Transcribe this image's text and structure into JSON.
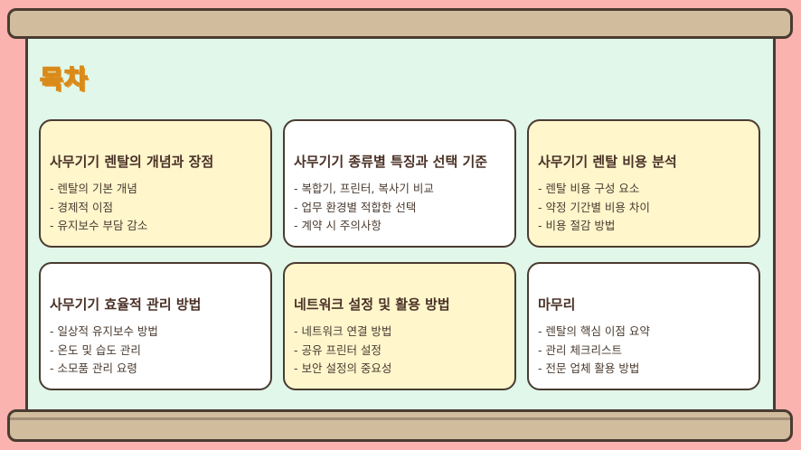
{
  "title": "목차",
  "cards": [
    {
      "heading": "사무기기 렌탈의 개념과 장점",
      "items": [
        "렌탈의 기본 개념",
        "경제적 이점",
        "유지보수 부담 감소"
      ]
    },
    {
      "heading": "사무기기 종류별 특징과 선택 기준",
      "items": [
        "복합기, 프린터, 복사기 비교",
        "업무 환경별 적합한 선택",
        "계약 시 주의사항"
      ]
    },
    {
      "heading": "사무기기 렌탈 비용 분석",
      "items": [
        "렌탈 비용 구성 요소",
        "약정 기간별 비용 차이",
        "비용 절감 방법"
      ]
    },
    {
      "heading": "사무기기 효율적 관리 방법",
      "items": [
        "일상적 유지보수 방법",
        "온도 및 습도 관리",
        "소모품 관리 요령"
      ]
    },
    {
      "heading": "네트워크 설정 및 활용 방법",
      "items": [
        "네트워크 연결 방법",
        "공유 프린터 설정",
        "보안 설정의 중요성"
      ]
    },
    {
      "heading": "마무리",
      "items": [
        "렌탈의 핵심 이점 요약",
        "관리 체크리스트",
        "전문 업체 활용 방법"
      ]
    }
  ],
  "colors": {
    "background": "#fbb3b0",
    "board": "#e0f7ea",
    "rail": "#d2bc9e",
    "card_yellow": "#fff6cc",
    "card_white": "#ffffff",
    "title": "#ffd23a"
  }
}
